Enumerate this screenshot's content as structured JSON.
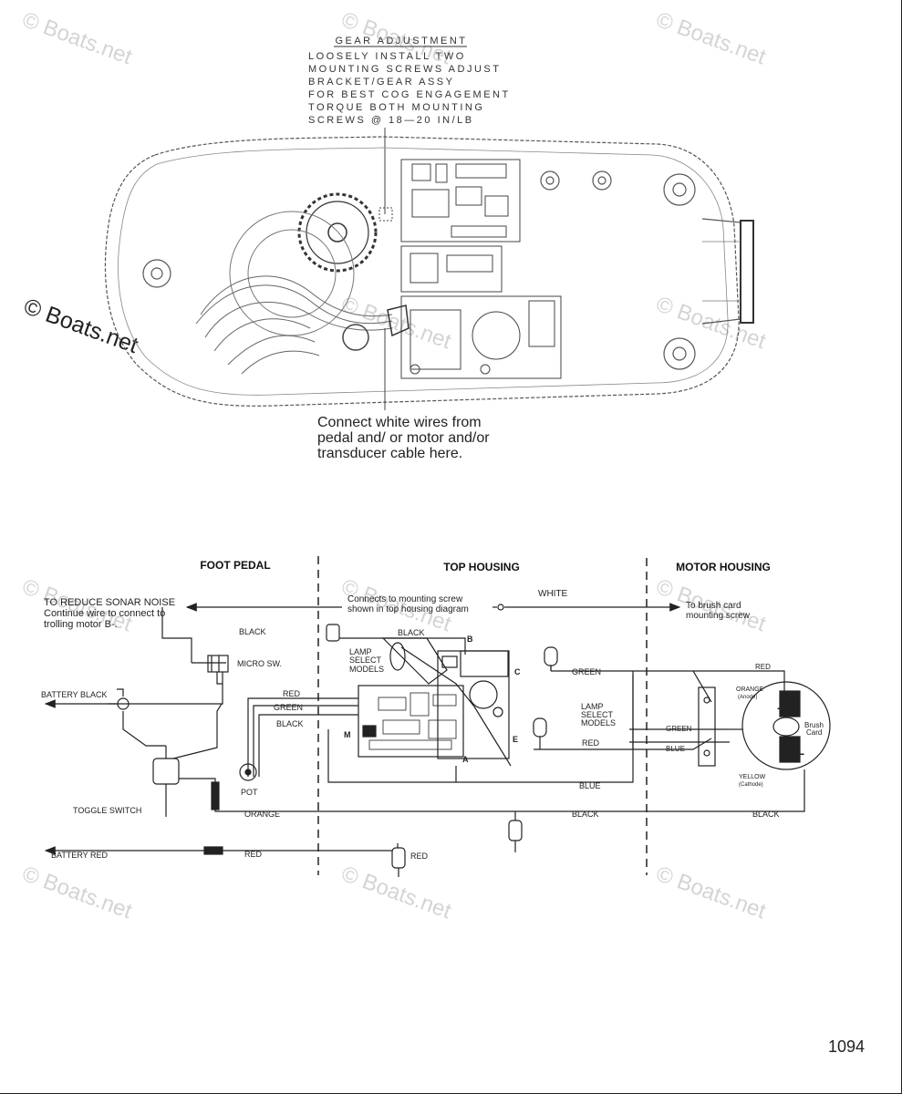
{
  "watermark": "© Boats.net",
  "gear_adjustment": {
    "title": "GEAR ADJUSTMENT",
    "lines": [
      "LOOSELY INSTALL TWO",
      "MOUNTING SCREWS ADJUST",
      "BRACKET/GEAR ASSY",
      "FOR BEST COG ENGAGEMENT",
      "TORQUE BOTH MOUNTING",
      "SCREWS @ 18—20 IN/LB"
    ]
  },
  "connect_note": [
    "Connect white wires from",
    "pedal and/ or motor and/or",
    "transducer cable here."
  ],
  "sections": {
    "foot_pedal": "FOOT PEDAL",
    "top_housing": "TOP HOUSING",
    "motor_housing": "MOTOR HOUSING"
  },
  "labels": {
    "sonar_title": "TO REDUCE SONAR NOISE",
    "sonar_line1": "Continue wire to connect to",
    "sonar_line2": "trolling motor B-.",
    "mounting_line1": "Connects to mounting screw",
    "mounting_line2": "shown in top housing diagram",
    "white": "WHITE",
    "brush_line1": "To brush card",
    "brush_line2": "mounting screw",
    "black_top": "BLACK",
    "black_mid": "BLACK",
    "micro_sw": "MICRO SW.",
    "lamp_select_1": "LAMP",
    "lamp_select_2": "SELECT",
    "lamp_select_3": "MODELS",
    "lamp_select_b1": "LAMP",
    "lamp_select_b2": "SELECT",
    "lamp_select_b3": "MODELS",
    "battery_black": "BATTERY BLACK",
    "red_pot": "RED",
    "green_pot": "GREEN",
    "black_pot": "BLACK",
    "pot": "POT",
    "terminal_b": "B",
    "terminal_c": "C",
    "terminal_e": "E",
    "terminal_m": "M",
    "terminal_a": "A",
    "green_wire": "GREEN",
    "red_wire": "RED",
    "blue_wire": "BLUE",
    "green_motor": "GREEN",
    "blue_motor": "BLUE",
    "red_motor": "RED",
    "orange_anode": "ORANGE",
    "anode": "(Anode)",
    "brush_card_1": "Brush",
    "brush_card_2": "Card",
    "yellow_cathode": "YELLOW",
    "cathode": "(Cathode)",
    "toggle_switch": "TOGGLE SWITCH",
    "orange_wire": "ORANGE",
    "black_bottom": "BLACK",
    "black_right": "BLACK",
    "battery_red": "BATTERY RED",
    "red_bottom": "RED",
    "red_fuse": "RED"
  },
  "page_number": "1094"
}
